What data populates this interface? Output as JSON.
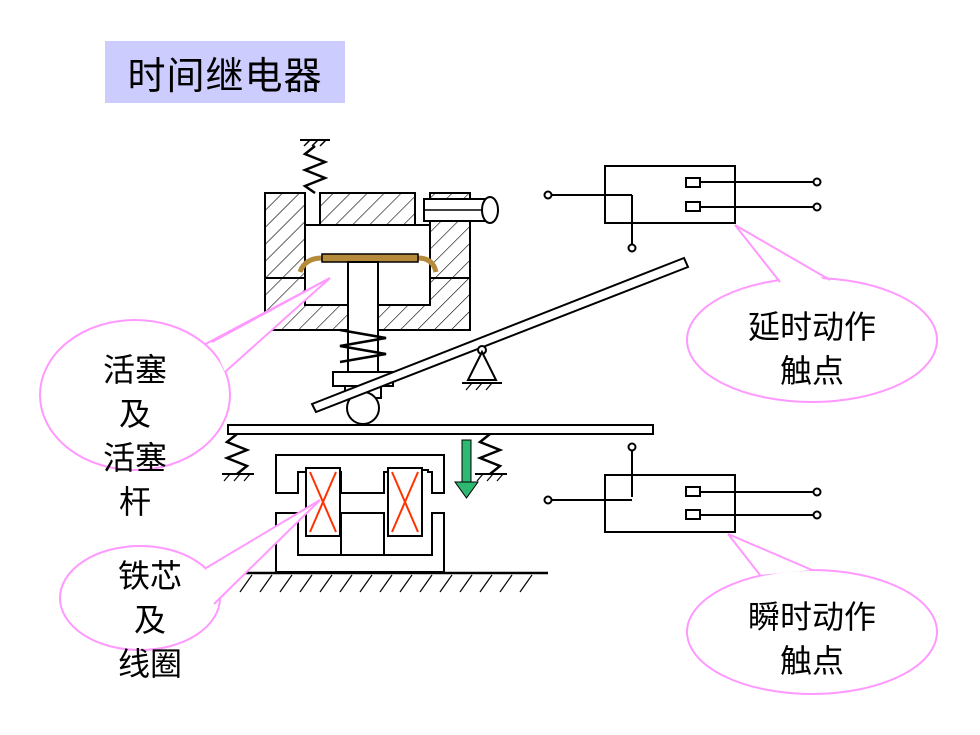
{
  "title": "时间继电器",
  "callouts": {
    "piston": [
      "活塞",
      "及",
      "活塞",
      "杆"
    ],
    "core": [
      "铁芯",
      "及",
      "线圈"
    ],
    "delayed": [
      "延时动作",
      "触点"
    ],
    "instant": [
      "瞬时动作",
      "触点"
    ]
  },
  "colors": {
    "title_bg": "#ccccff",
    "bubble_fill": "#ffffff",
    "bubble_stroke": "#ff99ff",
    "piston_color": "#b58a3a",
    "coil_x": "#ff3300",
    "arrow": "#2eb872"
  }
}
